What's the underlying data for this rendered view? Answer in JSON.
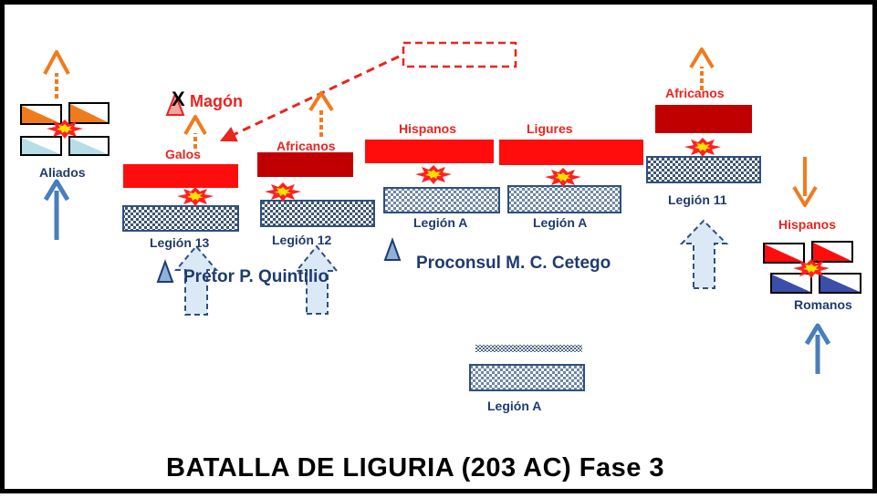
{
  "title": "BATALLA  DE LIGURIA   (203 AC) Fase 3",
  "labels": {
    "aliados": "Aliados",
    "galos": "Galos",
    "magon_mark": "X",
    "magon": "Magón",
    "africanos_left": "Africanos",
    "hispanos_center": "Hispanos",
    "ligures": "Ligures",
    "africanos_right": "Africanos",
    "hispanos_right": "Hispanos",
    "romanos": "Romanos",
    "legion_13": "Legión 13",
    "legion_12": "Legión 12",
    "legion_a1": "Legión A",
    "legion_a2": "Legión A",
    "legion_11": "Legión 11",
    "legion_a3": "Legión A",
    "pretor": "Pretor  P. Quintilio",
    "proconsul": "Proconsul M. C. Cetego"
  },
  "colors": {
    "enemy_red": "#ff0d0d",
    "enemy_dark_red": "#c00000",
    "label_red": "#e8251f",
    "roman_navy": "#1f3b6f",
    "arrow_blue": "#4a7ebb",
    "arrow_orange": "#f07b1e",
    "light_blue": "#dbe8f6",
    "burst_red": "#ff2020",
    "burst_yellow": "#ffe100"
  }
}
